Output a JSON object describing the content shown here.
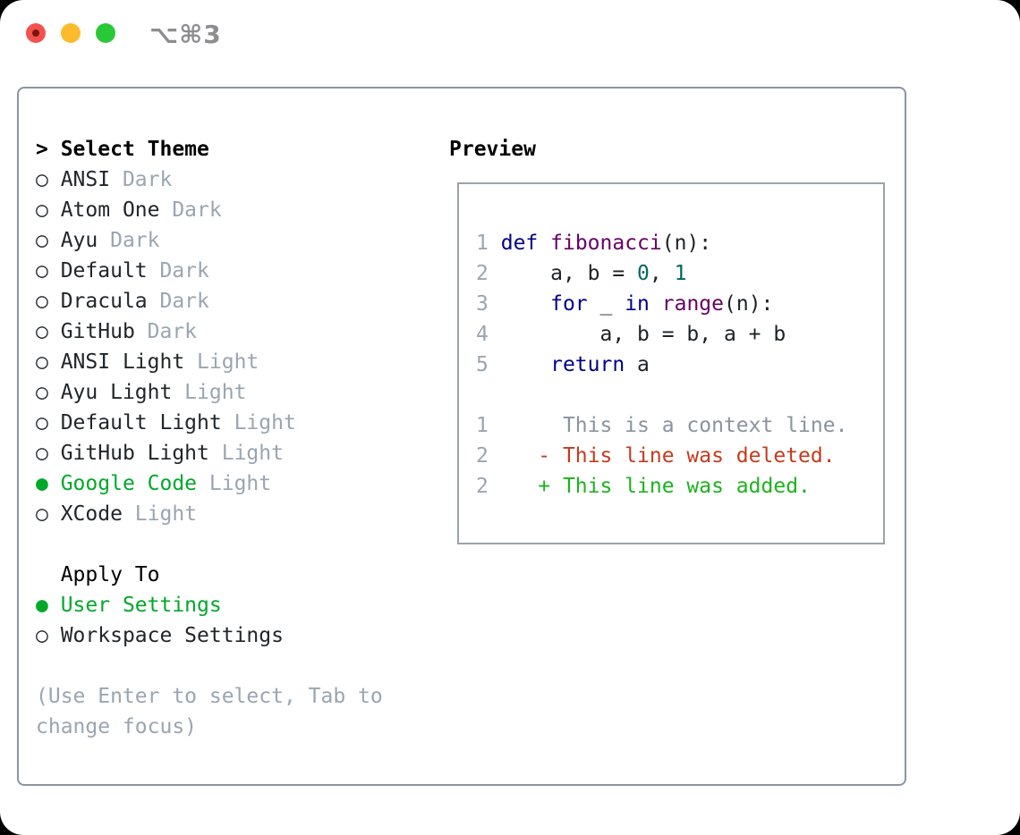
{
  "titlebar": {
    "shortcut": "⌥⌘3",
    "traffic_colors": {
      "close": "#f4514d",
      "close_dot": "#79150f",
      "minimize": "#fcbb2d",
      "zoom": "#2ac837"
    },
    "shortcut_color": "#8d8d91"
  },
  "sidebar": {
    "header": {
      "marker": ">",
      "label": "Select Theme"
    },
    "themes": [
      {
        "marker": "○",
        "name": "ANSI",
        "variant": "Dark",
        "selected": false
      },
      {
        "marker": "○",
        "name": "Atom One",
        "variant": "Dark",
        "selected": false
      },
      {
        "marker": "○",
        "name": "Ayu",
        "variant": "Dark",
        "selected": false
      },
      {
        "marker": "○",
        "name": "Default",
        "variant": "Dark",
        "selected": false
      },
      {
        "marker": "○",
        "name": "Dracula",
        "variant": "Dark",
        "selected": false
      },
      {
        "marker": "○",
        "name": "GitHub",
        "variant": "Dark",
        "selected": false
      },
      {
        "marker": "○",
        "name": "ANSI Light",
        "variant": "Light",
        "selected": false
      },
      {
        "marker": "○",
        "name": "Ayu Light",
        "variant": "Light",
        "selected": false
      },
      {
        "marker": "○",
        "name": "Default Light",
        "variant": "Light",
        "selected": false
      },
      {
        "marker": "○",
        "name": "GitHub Light",
        "variant": "Light",
        "selected": false
      },
      {
        "marker": "●",
        "name": "Google Code",
        "variant": "Light",
        "selected": true
      },
      {
        "marker": "○",
        "name": "XCode",
        "variant": "Light",
        "selected": false
      }
    ],
    "apply": {
      "header": "Apply To",
      "options": [
        {
          "marker": "●",
          "label": "User Settings",
          "selected": true
        },
        {
          "marker": "○",
          "label": "Workspace Settings",
          "selected": false
        }
      ]
    },
    "hint_lines": [
      "(Use Enter to select, Tab to",
      "change focus)"
    ]
  },
  "preview": {
    "header": "Preview",
    "lines": [
      {
        "num": "1",
        "segments": [
          {
            "t": " ",
            "c": "plain"
          },
          {
            "t": "def",
            "c": "keyword"
          },
          {
            "t": " ",
            "c": "plain"
          },
          {
            "t": "fibonacci",
            "c": "function"
          },
          {
            "t": "(n):",
            "c": "plain"
          }
        ]
      },
      {
        "num": "2",
        "segments": [
          {
            "t": "     a, b = ",
            "c": "plain"
          },
          {
            "t": "0",
            "c": "literal"
          },
          {
            "t": ", ",
            "c": "plain"
          },
          {
            "t": "1",
            "c": "literal"
          }
        ]
      },
      {
        "num": "3",
        "segments": [
          {
            "t": "     ",
            "c": "plain"
          },
          {
            "t": "for",
            "c": "keyword"
          },
          {
            "t": " _ ",
            "c": "plain"
          },
          {
            "t": "in",
            "c": "keyword"
          },
          {
            "t": " ",
            "c": "plain"
          },
          {
            "t": "range",
            "c": "function"
          },
          {
            "t": "(n):",
            "c": "plain"
          }
        ]
      },
      {
        "num": "4",
        "segments": [
          {
            "t": "         a, b = b, a + b",
            "c": "plain"
          }
        ]
      },
      {
        "num": "5",
        "segments": [
          {
            "t": "     ",
            "c": "plain"
          },
          {
            "t": "return",
            "c": "keyword"
          },
          {
            "t": " a",
            "c": "plain"
          }
        ]
      },
      {
        "num": "",
        "segments": []
      },
      {
        "num": "1",
        "segments": [
          {
            "t": "      This is a context line.",
            "c": "context"
          }
        ]
      },
      {
        "num": "2",
        "segments": [
          {
            "t": "    - This line was deleted.",
            "c": "deleted"
          }
        ]
      },
      {
        "num": "2",
        "segments": [
          {
            "t": "    + This line was added.",
            "c": "added"
          }
        ]
      }
    ]
  },
  "colors": {
    "heading": "#000000",
    "text_dark": "#21262b",
    "muted": "#9aa5b1",
    "selected_green": "#00a82a",
    "line_number": "#9aa5b1",
    "plain": "#1d2226",
    "keyword": "#000088",
    "function": "#660066",
    "literal": "#006666",
    "context": "#8a939d",
    "deleted": "#c43b1d",
    "added": "#1db31d",
    "panel_border": "#8b95a1",
    "preview_border": "#99a3ad"
  }
}
